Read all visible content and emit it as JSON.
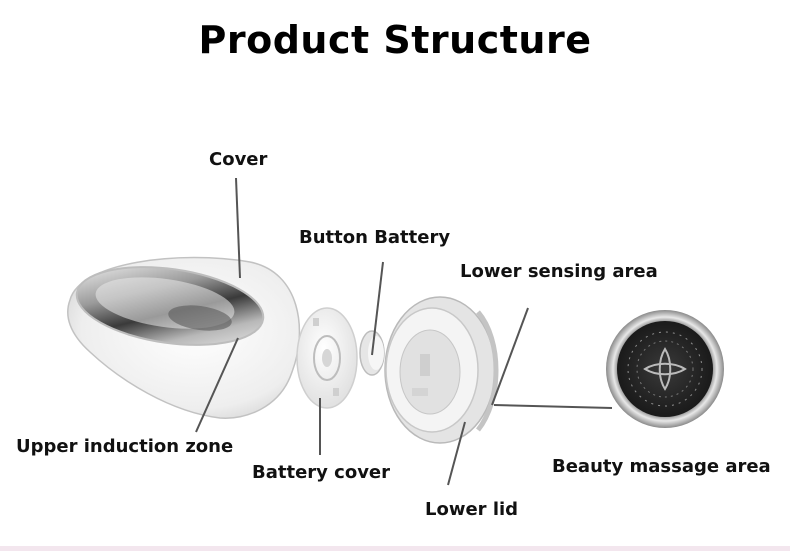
{
  "title": "Product Structure",
  "labels": {
    "cover": "Cover",
    "button_battery": "Button Battery",
    "lower_sensing_area": "Lower sensing area",
    "upper_induction_zone": "Upper induction zone",
    "battery_cover": "Battery cover",
    "beauty_massage_area": "Beauty massage area",
    "lower_lid": "Lower lid"
  }
}
